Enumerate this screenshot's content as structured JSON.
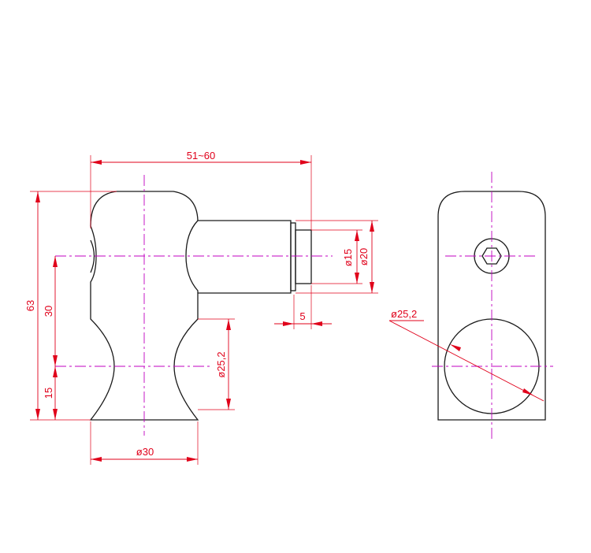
{
  "drawing": {
    "front_view": {
      "dim_total_length": "51~60",
      "dim_total_height": "63",
      "dim_axis_height": "30",
      "dim_base_height": "15",
      "dim_groove_diameter": "ø25,2",
      "dim_base_diameter": "ø30",
      "dim_pin_small_diameter": "ø15",
      "dim_pin_large_diameter": "ø20",
      "dim_pin_step": "5"
    },
    "side_view": {
      "dim_bore_diameter": "ø25,2",
      "screw_head": "hex-socket-icon"
    },
    "colors": {
      "outline": "#1a1a1a",
      "centerline": "#c000c0",
      "dimension": "#e0001a"
    }
  }
}
